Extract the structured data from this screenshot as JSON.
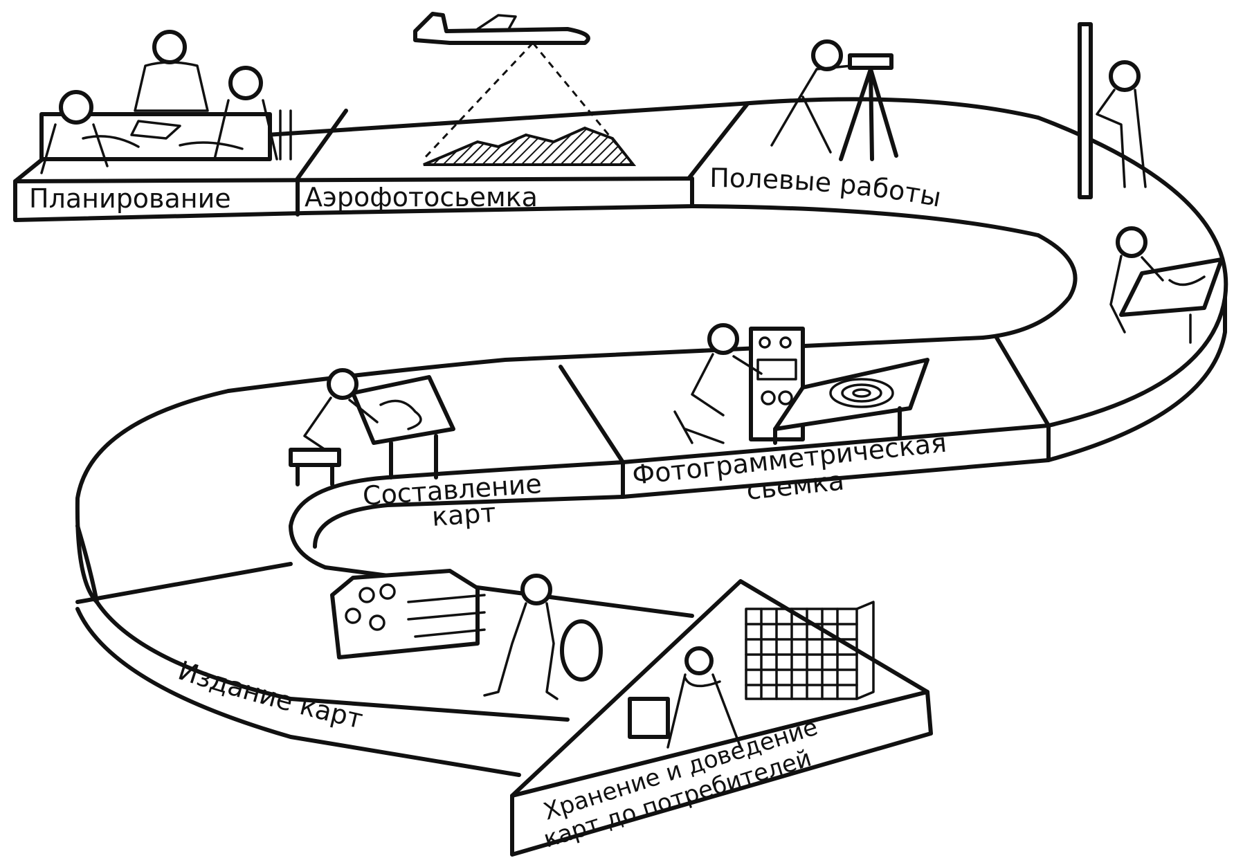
{
  "stages": {
    "planning": "Планирование",
    "aerial": "Аэрофотосьемка",
    "field": "Полевые работы",
    "photogrammetry_1": "Фотограмметрическая",
    "photogrammetry_2": "сьемка",
    "compilation_1": "Составление",
    "compilation_2": "карт",
    "publishing": "Издание  карт",
    "storage_1": "Хранение и доведение",
    "storage_2": "карт до потребителей"
  },
  "colors": {
    "ink": "#111111",
    "paper": "#ffffff"
  }
}
